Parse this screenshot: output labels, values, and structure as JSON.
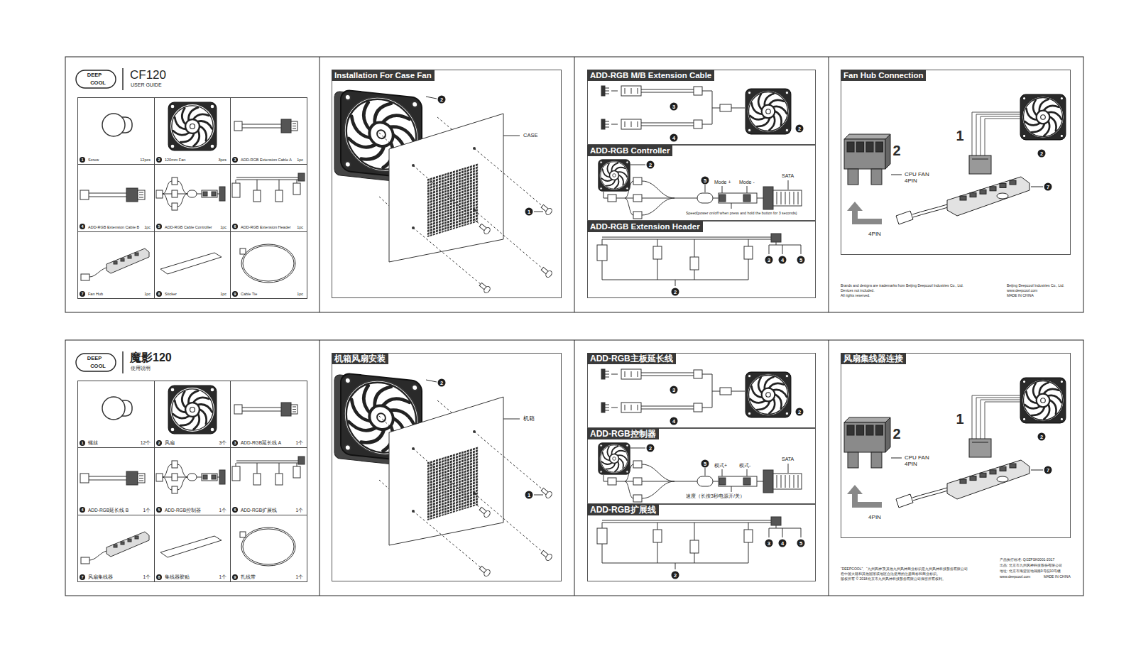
{
  "diagram": {
    "nodes": [
      {
        "text": [
          "Screw",
          "12pcs"
        ]
      },
      {
        "text": [
          "120mm Fan",
          "3pcs"
        ]
      },
      {
        "text": [
          "ADD-RGB Extension Cable A",
          "1pc"
        ]
      },
      {
        "text": [
          "ADD-RGB Extension Cable B",
          "1pc"
        ]
      },
      {
        "text": [
          "ADD-RGB Cable Controller",
          "1pc"
        ]
      },
      {
        "text": [
          "ADD-RGB Extension Header",
          "1pc"
        ]
      },
      {
        "text": [
          "Fan Hub",
          "1pc"
        ]
      },
      {
        "text": [
          "Sticker",
          "1pc"
        ]
      },
      {
        "text": [
          "Cable Tie",
          "1pc"
        ]
      },
      {
        "text": [
          "Installation For Case Fan"
        ]
      },
      {
        "text": [
          "ADD-RGB M/B Extension Cable"
        ]
      },
      {
        "text": [
          "ADD-RGB Controller"
        ]
      },
      {
        "text": [
          "ADD-RGB Extension Header"
        ]
      },
      {
        "text": [
          "Fan Hub Connection"
        ]
      },
      {
        "text": [
          "螺丝",
          "12个"
        ]
      },
      {
        "text": [
          "风扇",
          "3个"
        ]
      },
      {
        "text": [
          "ADD-RGB延长线 A",
          "1个"
        ]
      },
      {
        "text": [
          "ADD-RGB延长线 B",
          "1个"
        ]
      },
      {
        "text": [
          "ADD-RGB控制器",
          "1个"
        ]
      },
      {
        "text": [
          "ADD-RGB扩展线",
          "1个"
        ]
      },
      {
        "text": [
          "风扇集线器",
          "1个"
        ]
      },
      {
        "text": [
          "集线器胶贴",
          "1个"
        ]
      },
      {
        "text": [
          "扎线带",
          "1个"
        ]
      },
      {
        "text": [
          "机箱风扇安装"
        ]
      },
      {
        "text": [
          "ADD-RGB主板延长线"
        ]
      },
      {
        "text": [
          "ADD-RGB控制器"
        ]
      },
      {
        "text": [
          "ADD-RGB扩展线"
        ]
      },
      {
        "text": [
          "风扇集线器连接"
        ]
      }
    ],
    "labels": [
      "DEEP",
      "COOL",
      "CF120",
      "USER GUIDE",
      "1",
      "2",
      "3",
      "4",
      "5",
      "6",
      "7",
      "8",
      "9",
      "2",
      "CASE",
      "1",
      "3",
      "4",
      "2",
      "2",
      "5",
      "Mode +",
      "Mode -",
      "SATA",
      "Speed(power on/off when press and hold the button for 3 seconds)",
      "3",
      "4",
      "5",
      "2",
      "2",
      "1",
      "CPU FAN 4PIN",
      "4PIN",
      "2",
      "7",
      "Brands and designs are trademarks from Beijing Deepcool Industries Co., Ltd.",
      "Devices not included.",
      "All rights reserved.",
      "Beijing Deepcool Industries Co., Ltd.",
      "www.deepcool.com",
      "MADE IN CHINA",
      "DEEP",
      "COOL",
      "魔影120",
      "使用说明",
      "1",
      "2",
      "3",
      "4",
      "5",
      "6",
      "7",
      "8",
      "9",
      "2",
      "机箱",
      "1",
      "3",
      "4",
      "2",
      "2",
      "5",
      "模式+",
      "模式-",
      "SATA",
      "速度（长按3秒电源开/关）",
      "3",
      "4",
      "5",
      "2",
      "2",
      "1",
      "CPU FAN 4PIN",
      "4PIN",
      "2",
      "7",
      "“DEEPCOOL”、“九州风神”及其他九州风神商业标识是九州风神科技股份有限公司",
      "在中国大陆和其他国家或地区合法使用的注册商标和商业标识。",
      "版权所有 © 2018北京市九州风神科技股份有限公司保留所有权利。",
      "产品执行标准: Q/JZFSK0001-2017",
      "出品: 北京市九州风神科技股份有限公司",
      "地址: 北京市海淀区地锦路9号院10号楼",
      "www.deepcool.com",
      "MADE IN CHINA"
    ]
  }
}
